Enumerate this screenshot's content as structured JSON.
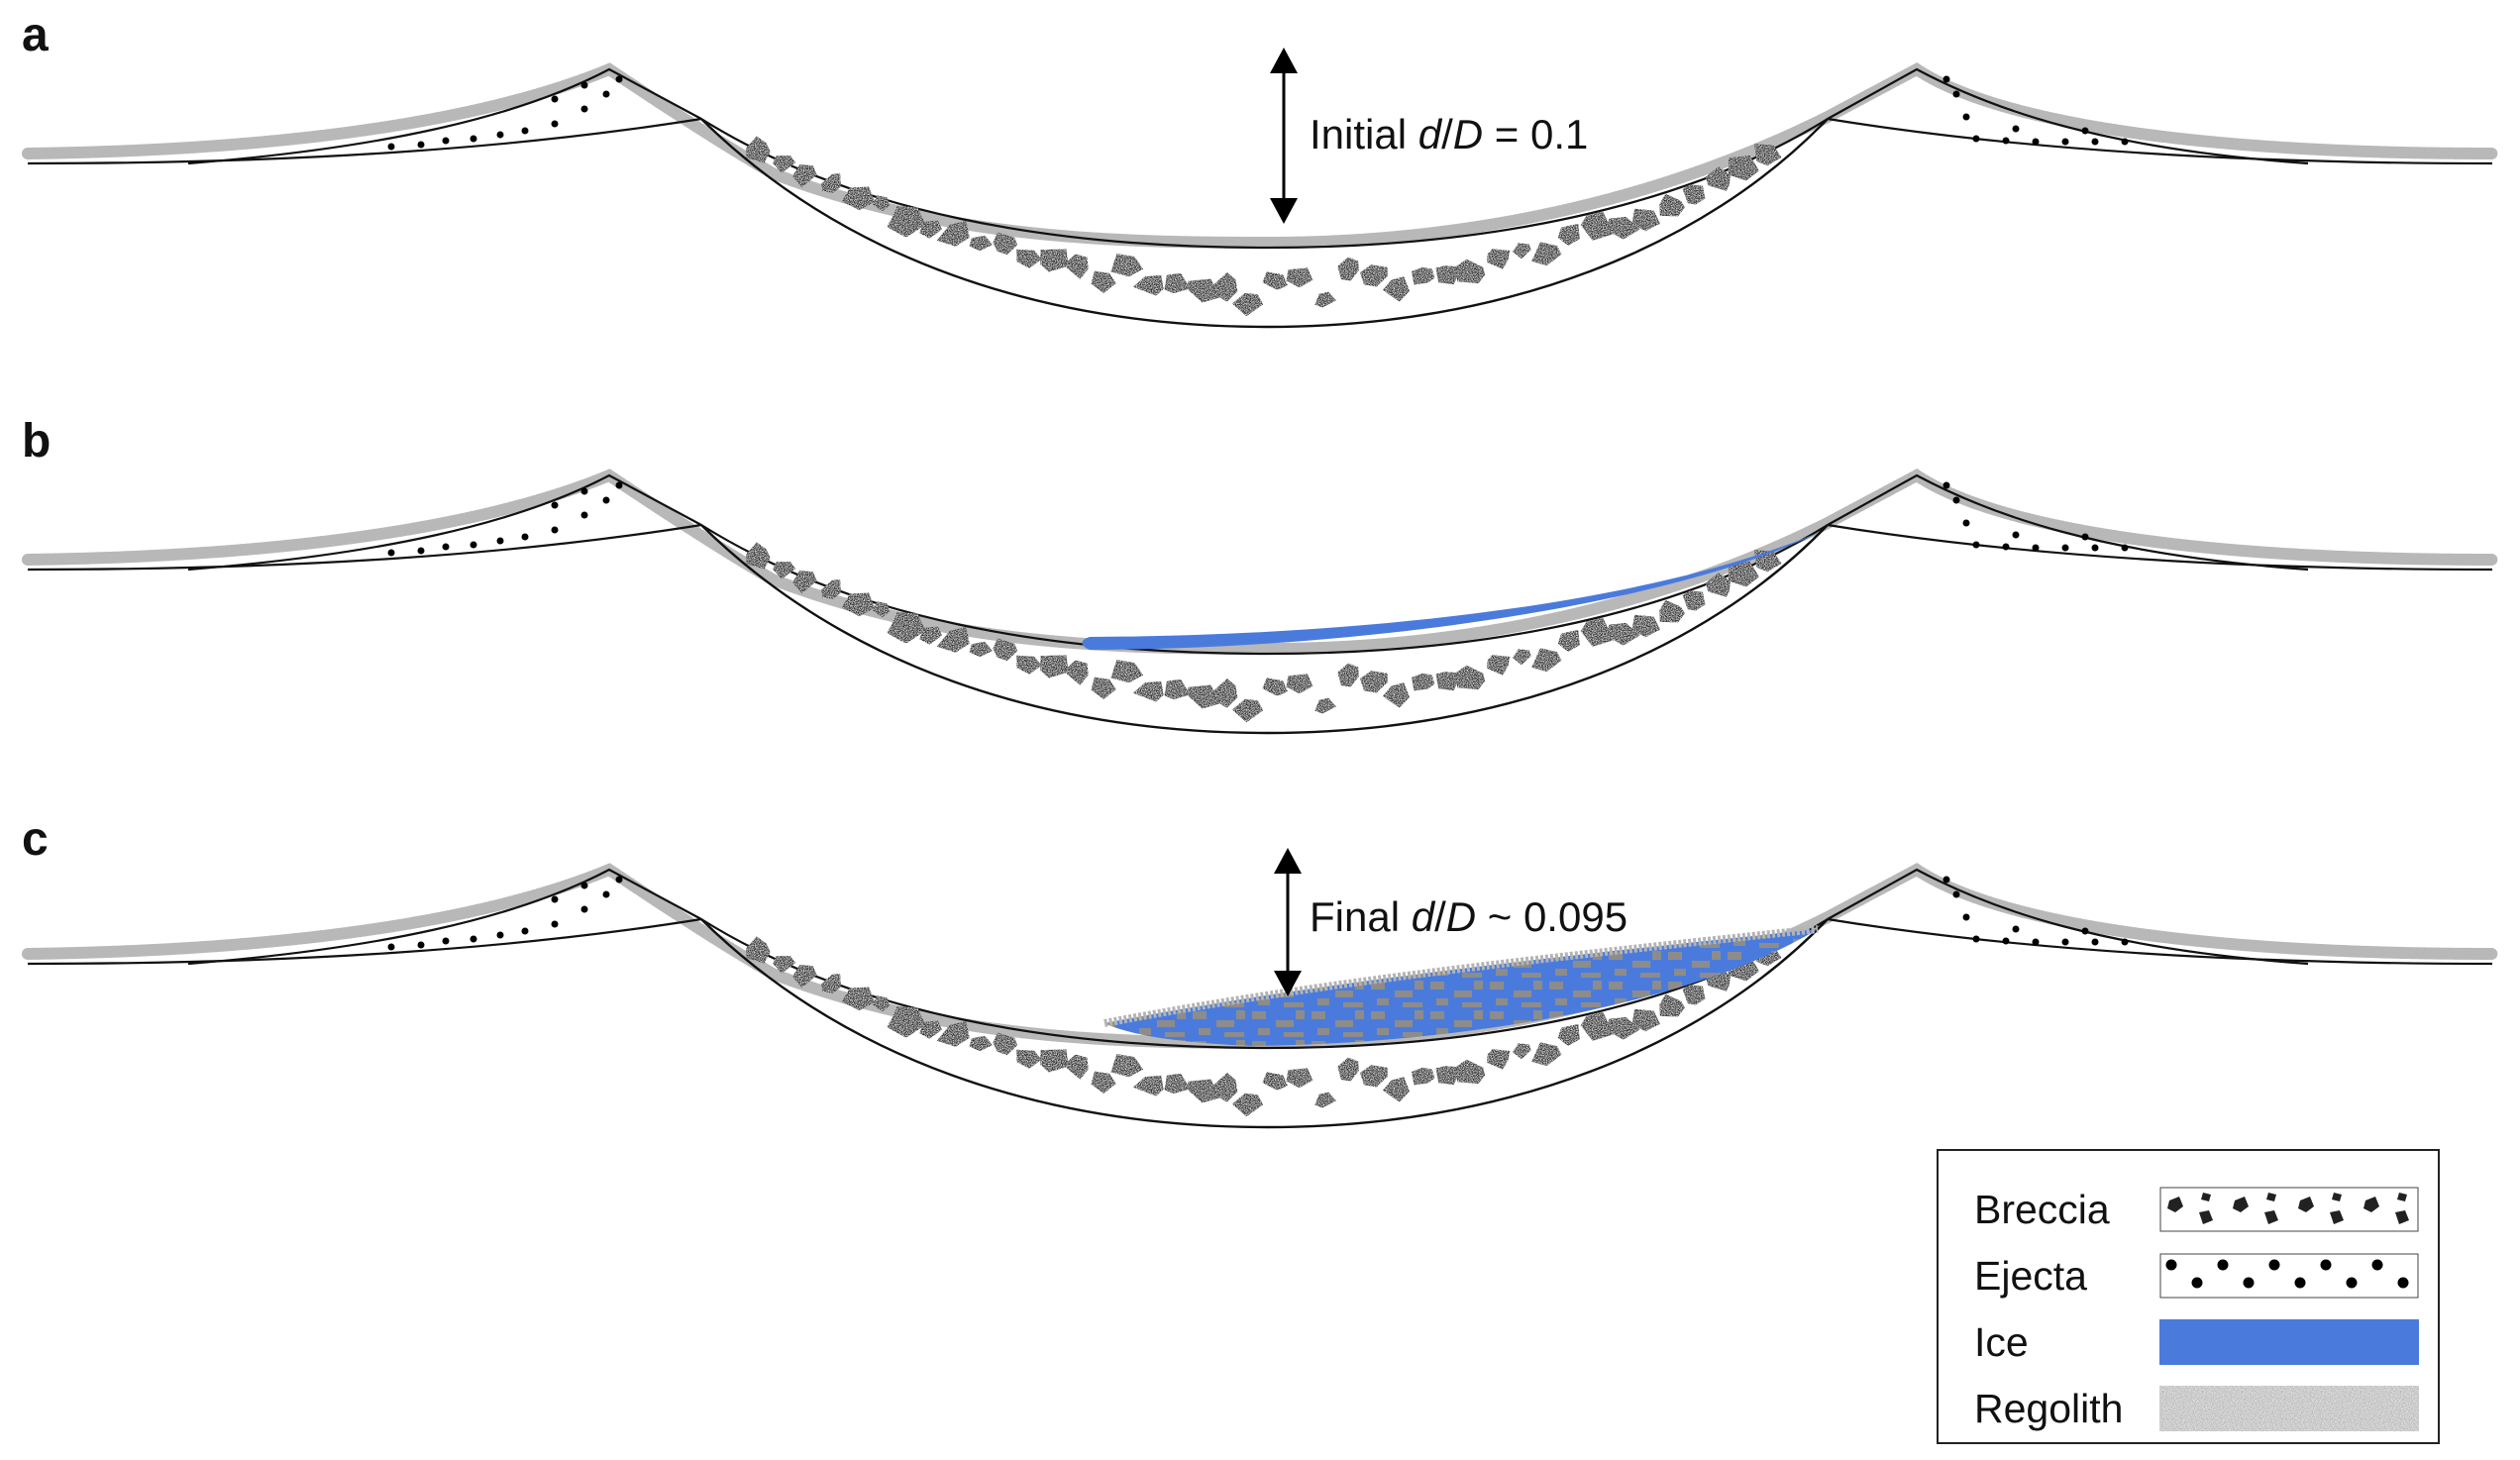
{
  "panels": [
    {
      "label": "a",
      "state": "initial crater",
      "annotation": {
        "prefix": "Initial ",
        "var1": "d",
        "slash": "/",
        "var2": "D",
        "suffix": " = 0.1"
      },
      "ice": "none"
    },
    {
      "label": "b",
      "state": "ice accumulation",
      "annotation": null,
      "ice": "lens"
    },
    {
      "label": "c",
      "state": "regolith-mixed ice fill",
      "annotation": {
        "prefix": "Final ",
        "var1": "d",
        "slash": "/",
        "var2": "D",
        "suffix": " ~ 0.095"
      },
      "ice": "mixed"
    }
  ],
  "legend": {
    "items": [
      {
        "label": "Breccia",
        "pattern": "breccia-pattern"
      },
      {
        "label": "Ejecta",
        "pattern": "ejecta-pattern"
      },
      {
        "label": "Ice",
        "pattern": "ice-fill"
      },
      {
        "label": "Regolith",
        "pattern": "regolith-pattern"
      }
    ]
  },
  "colors": {
    "ice": "#4a7bdc",
    "regolith": "#b4b4b4",
    "breccia": "#2a2a2a",
    "outline": "#111111",
    "mixed_regolith": "#8c8c8c"
  }
}
